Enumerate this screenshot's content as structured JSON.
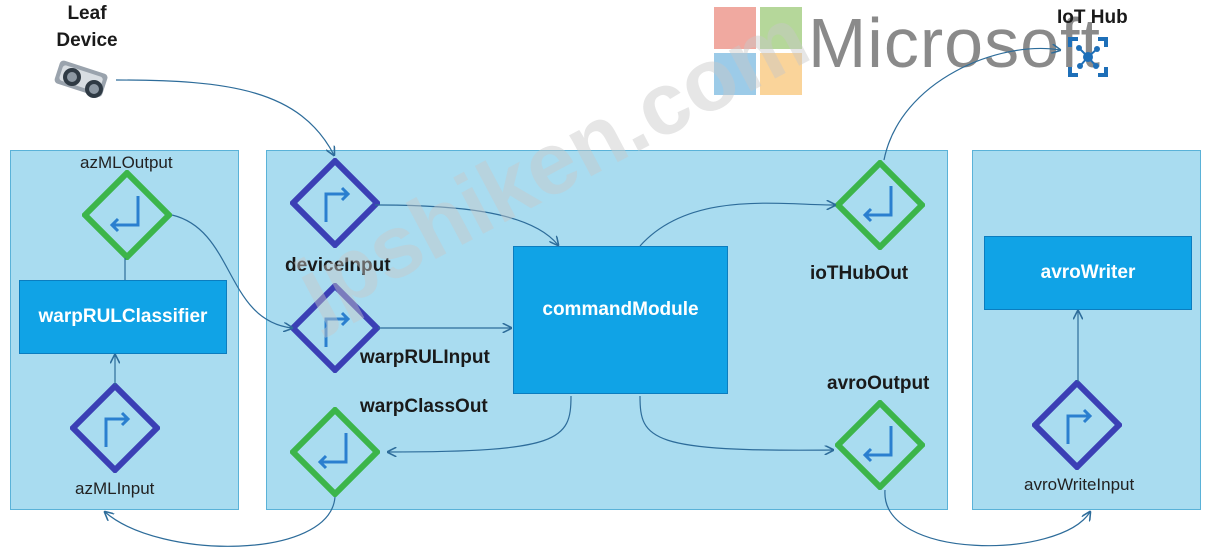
{
  "leaf_device": {
    "label": "Leaf\nDevice",
    "icon": "sensor-icon"
  },
  "brand": {
    "text": "Microsoft",
    "colors": [
      "#f25022",
      "#7fba00",
      "#00a4ef",
      "#ffb900"
    ]
  },
  "iot_hub": {
    "label": "IoT Hub",
    "icon": "iot-hub-icon"
  },
  "left_panel": {
    "module": "warpRULClassifier",
    "output_label": "azMLOutput",
    "input_label": "azMLInput"
  },
  "middle_panel": {
    "module": "commandModule",
    "device_input_label": "deviceInput",
    "warp_rul_input_label": "warpRULInput",
    "warp_class_out_label": "warpClassOut",
    "iothub_out_label": "ioTHubOut",
    "avro_output_label": "avroOutput"
  },
  "right_panel": {
    "module": "avroWriter",
    "input_label": "avroWriteInput"
  },
  "watermark": "jpshiken.com",
  "colors": {
    "panel_fill": "#a9dcf0",
    "module_fill": "#10a3e6",
    "input_diamond": "#3b3fb5",
    "output_diamond": "#3cb54a",
    "route_line": "#2d6c9a"
  }
}
